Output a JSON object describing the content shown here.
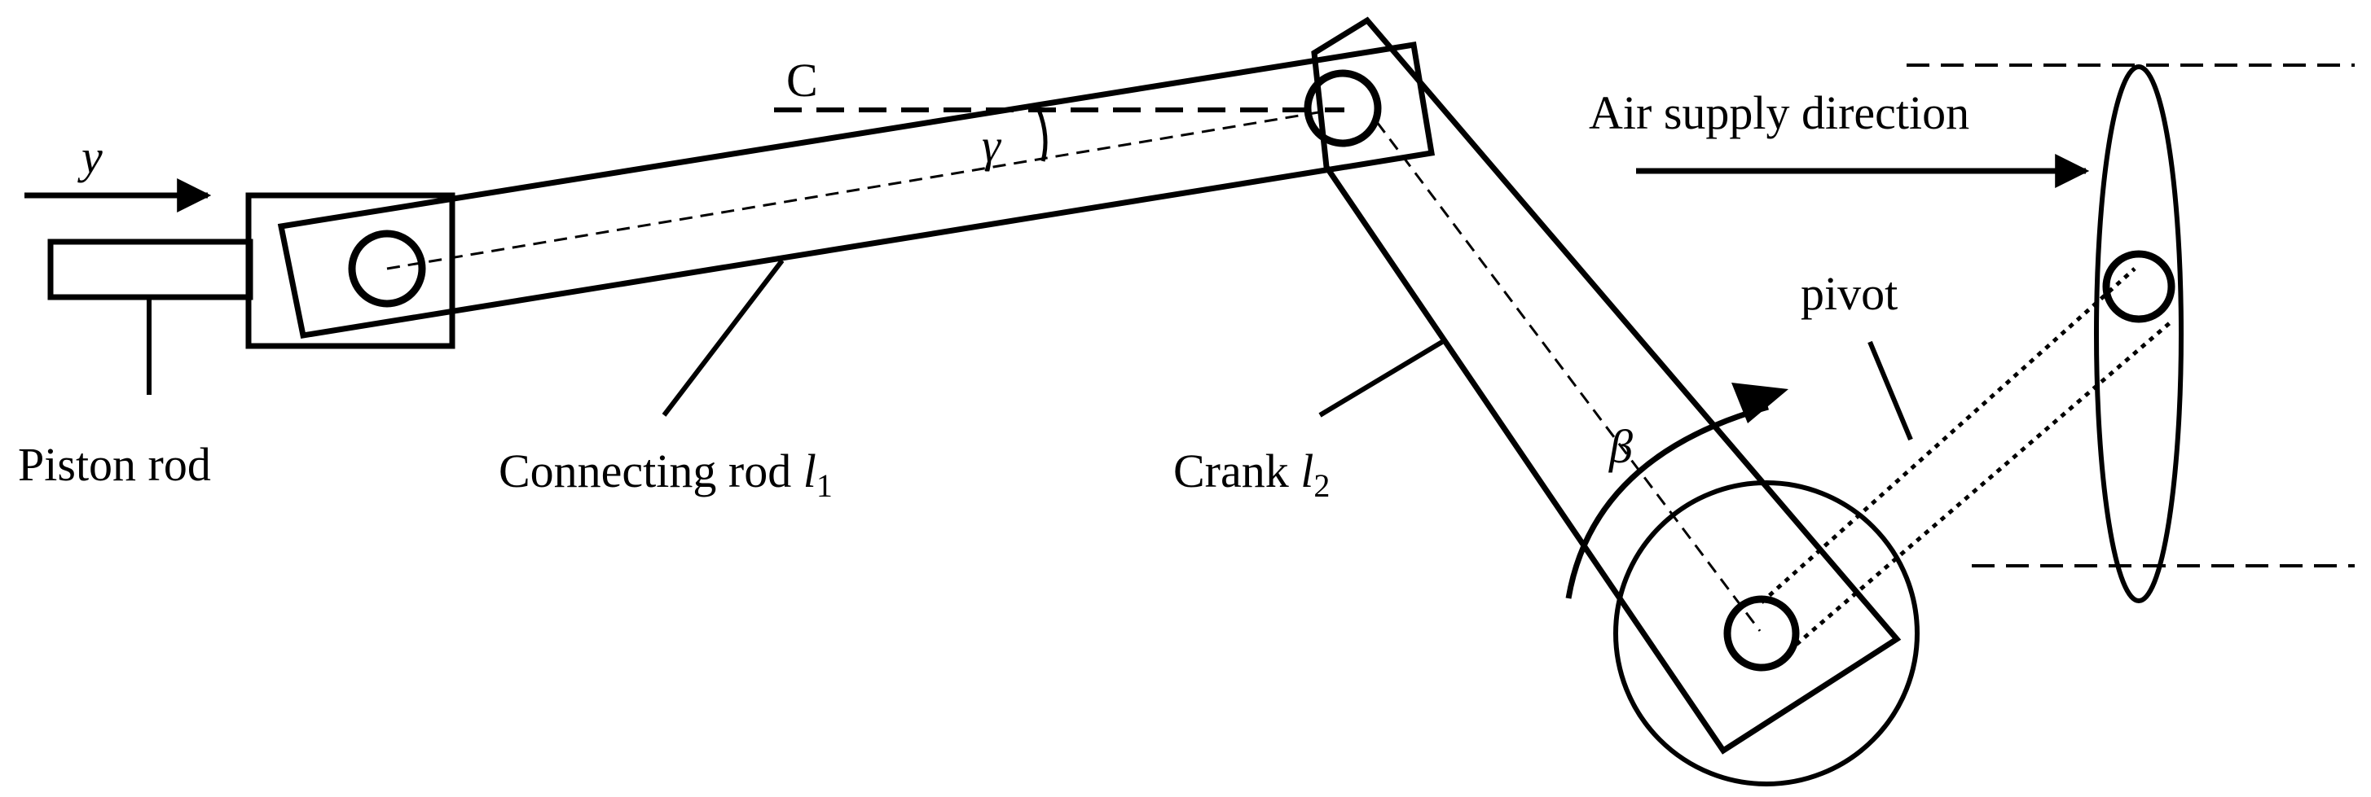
{
  "labels": {
    "input_displacement": "y",
    "point_c": "C",
    "angle_gamma": "γ",
    "angle_beta": "β",
    "air_supply": "Air supply direction",
    "pivot": "pivot",
    "piston_rod": "Piston rod",
    "connecting_rod": "Connecting rod ",
    "connecting_rod_symbol": "l",
    "connecting_rod_subscript": "1",
    "crank": "Crank ",
    "crank_symbol": "l",
    "crank_subscript": "2"
  }
}
